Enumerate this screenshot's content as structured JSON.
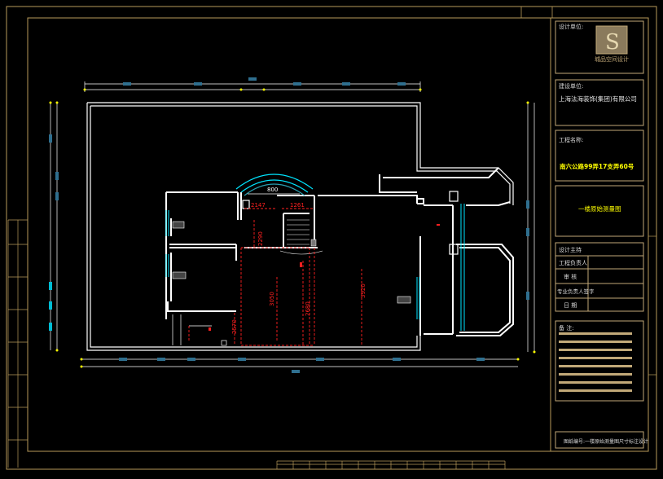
{
  "colors": {
    "background": "#000000",
    "frame": "#b89a5a",
    "wall": "#ffffff",
    "dimension": "#ff2020",
    "cyan": "#00e5ff",
    "titleblock_text": "#d9d9d9",
    "highlight": "#ffff00",
    "note_line": "#c2a978"
  },
  "title_block": {
    "designer_label": "设计单位:",
    "logo_letter": "S",
    "logo_caption": "城品空间设计",
    "client_label": "建设单位:",
    "client_name": "上海法海装饰(集团)有限公司",
    "project_label": "工程名称:",
    "project_name": "南六公路99弄17支弄60号",
    "drawing_title": "一楼原始测量图",
    "sign_header": "设计主持",
    "sign_rows": [
      "工程负责人",
      "审 核",
      "专业负责人签字",
      "日 期"
    ],
    "notes_label": "备 注:",
    "footer": "图纸编号:一楼原始测量图尺寸标注设计"
  },
  "plan": {
    "dimensions": [
      "800",
      "2147",
      "1261",
      "2290",
      "3050",
      "2680",
      "3920",
      "2570"
    ]
  }
}
